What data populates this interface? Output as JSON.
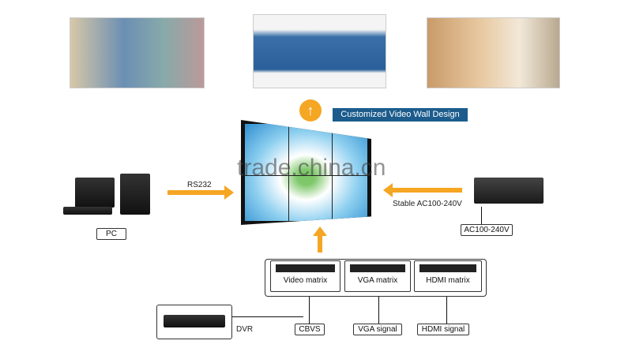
{
  "banner": {
    "label": "Customized Video Wall Design"
  },
  "watermark": "trade.china.cn",
  "labels": {
    "rs232": "RS232",
    "pc": "PC",
    "stable_power": "Stable AC100-240V",
    "ac_power": "AC100-240V",
    "dvr": "DVR"
  },
  "matrices": [
    {
      "label": "Video matrix"
    },
    {
      "label": "VGA matrix"
    },
    {
      "label": "HDMI matrix"
    }
  ],
  "signals": [
    {
      "label": "CBVS"
    },
    {
      "label": "VGA signal"
    },
    {
      "label": "HDMI signal"
    }
  ],
  "colors": {
    "arrow": "#f5a623",
    "banner": "#1b5c8c"
  }
}
